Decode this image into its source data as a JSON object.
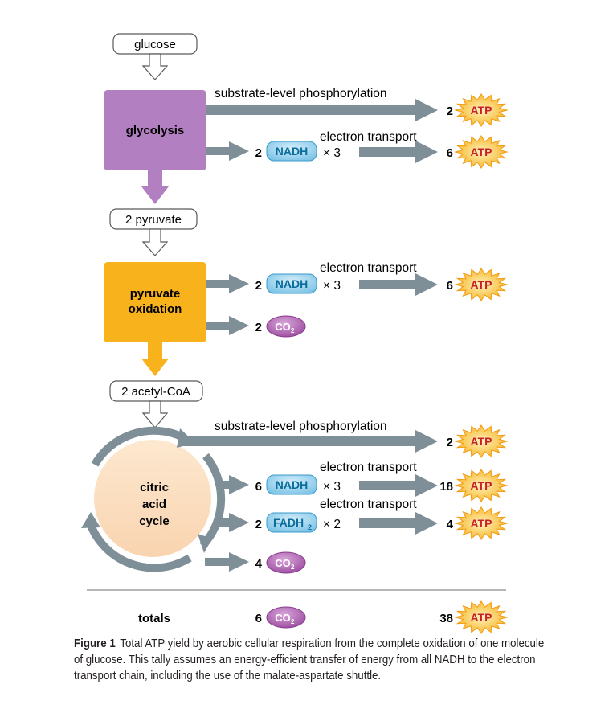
{
  "inputs": {
    "glucose": "glucose",
    "pyruvate": "2 pyruvate",
    "acetyl": "2 acetyl-CoA"
  },
  "stages": {
    "glycolysis": [
      "glycolysis"
    ],
    "pyruvate_oxidation": [
      "pyruvate",
      "oxidation"
    ],
    "citric_acid_cycle": [
      "citric",
      "acid",
      "cycle"
    ]
  },
  "labels": {
    "substrate_level": "substrate-level phosphorylation",
    "electron_transport": "electron transport",
    "atp": "ATP",
    "nadh": "NADH",
    "fadh2": "FADH",
    "fadh2_sub": "2",
    "co2": "CO",
    "co2_sub": "2",
    "times": "× 3",
    "times2": "× 2",
    "totals": "totals"
  },
  "yields": {
    "glycolysis_substrate_atp": "2",
    "glycolysis_nadh": "2",
    "glycolysis_nadh_atp": "6",
    "pyruvate_nadh": "2",
    "pyruvate_nadh_atp": "6",
    "pyruvate_co2": "2",
    "cycle_substrate_atp": "2",
    "cycle_nadh": "6",
    "cycle_nadh_atp": "18",
    "cycle_fadh2": "2",
    "cycle_fadh2_atp": "4",
    "cycle_co2": "4",
    "total_co2": "6",
    "total_atp": "38"
  },
  "caption": {
    "label": "Figure 1",
    "text": "Total ATP yield by aerobic cellular respiration from the complete oxidation of one molecule of glucose. This tally assumes an energy-efficient transfer of energy from all NADH to the electron transport chain, including the use of the malate-aspartate shuttle."
  },
  "colors": {
    "glycolysis": "#b27fc0",
    "pyruvate_oxidation": "#f7b21c",
    "cycle_fill": "#fbdfc0",
    "cycle_ring": "#7f8f97",
    "arrow": "#7f8f97",
    "nadh_fill": "#9fd4ee",
    "nadh_text": "#0a6d9b",
    "co2_fill": "#b86fb9",
    "co2_text": "#ffffff",
    "atp_fill": "#f9c12e",
    "atp_text": "#c8202f"
  }
}
